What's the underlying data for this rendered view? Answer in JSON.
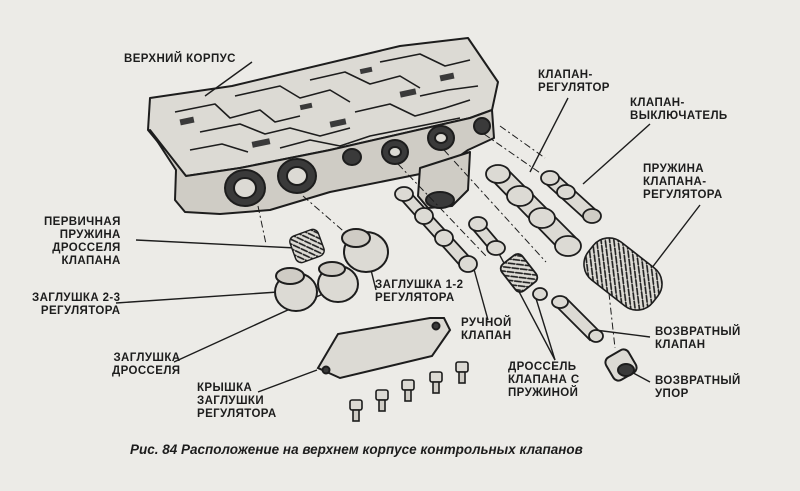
{
  "labels": {
    "upper_body": "ВЕРХНИЙ КОРПУС",
    "regulator_valve": [
      "КЛАПАН-",
      "РЕГУЛЯТОР"
    ],
    "switch_valve": [
      "КЛАПАН-",
      "ВЫКЛЮЧАТЕЛЬ"
    ],
    "regulator_spring": [
      "ПРУЖИНА",
      "КЛАПАНА-",
      "РЕГУЛЯТОРА"
    ],
    "primary_spring": [
      "ПЕРВИЧНАЯ",
      "ПРУЖИНА",
      "ДРОССЕЛЯ",
      "КЛАПАНА"
    ],
    "plug_2_3": [
      "ЗАГЛУШКА 2-3",
      "РЕГУЛЯТОРА"
    ],
    "plug_1_2": [
      "ЗАГЛУШКА 1-2",
      "РЕГУЛЯТОРА"
    ],
    "manual_valve": [
      "РУЧНОЙ",
      "КЛАПАН"
    ],
    "check_valve": [
      "ВОЗВРАТНЫЙ",
      "КЛАПАН"
    ],
    "throttle_plug": [
      "ЗАГЛУШКА",
      "ДРОССЕЛЯ"
    ],
    "plug_cover": [
      "КРЫШКА",
      "ЗАГЛУШКИ",
      "РЕГУЛЯТОРА"
    ],
    "throttle_valve_spring": [
      "ДРОССЕЛЬ",
      "КЛАПАНА С",
      "ПРУЖИНОЙ"
    ],
    "check_stop": [
      "ВОЗВРАТНЫЙ",
      "УПОР"
    ]
  },
  "caption": "Рис. 84 Расположение на верхнем корпусе контрольных клапанов",
  "colors": {
    "background": "#ecebe7",
    "ink": "#1d1d1d",
    "body_fill": "#dcdad4",
    "dark_fill": "#3a3a3a"
  }
}
